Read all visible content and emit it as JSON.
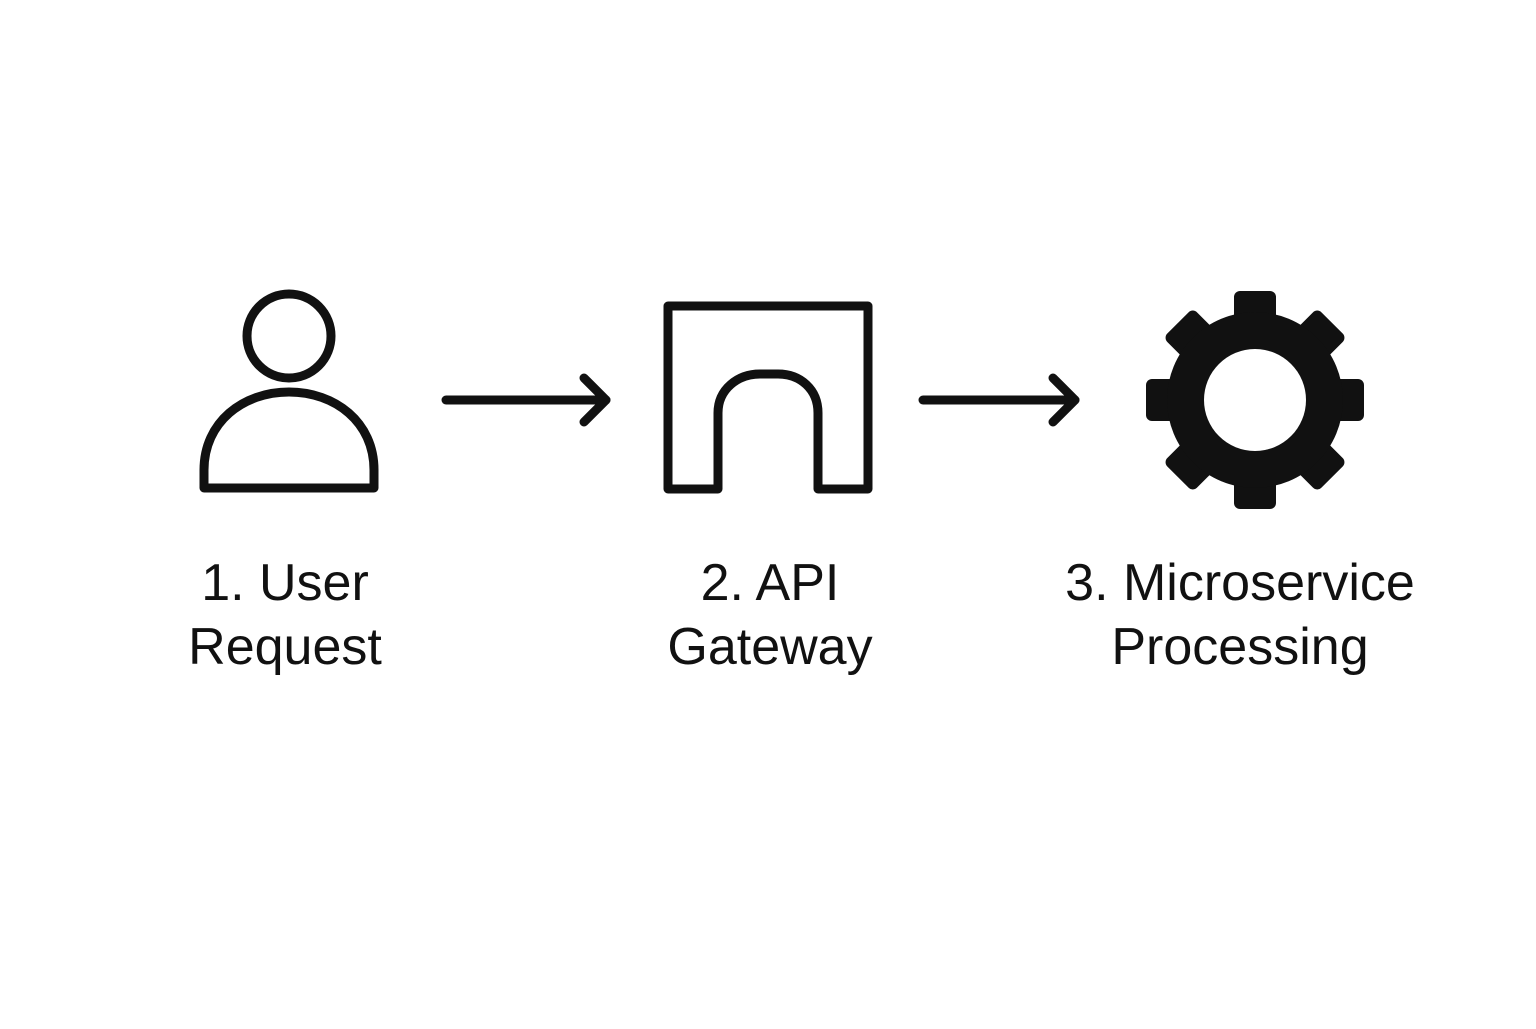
{
  "colors": {
    "background": "#ffffff",
    "ink": "#111111"
  },
  "steps": [
    {
      "icon": "user-icon",
      "line1": "1. User",
      "line2": "Request"
    },
    {
      "icon": "gateway-icon",
      "line1": "2. API",
      "line2": "Gateway"
    },
    {
      "icon": "gear-icon",
      "line1": "3. Microservice",
      "line2": "Processing"
    }
  ],
  "connectors": [
    {
      "from": 1,
      "to": 2
    },
    {
      "from": 2,
      "to": 3
    }
  ]
}
